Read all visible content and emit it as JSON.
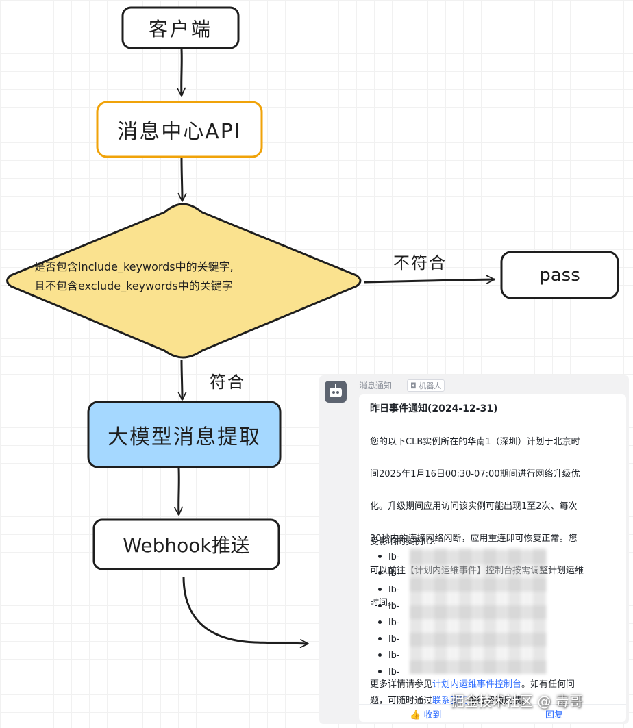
{
  "nodes": {
    "client": "客户端",
    "api": "消息中心API",
    "decision": {
      "line1": "是否包含include_keywords中的关键字,",
      "line2": "且不包含exclude_keywords中的关键字"
    },
    "pass": "pass",
    "llm": "大模型消息提取",
    "webhook": "Webhook推送"
  },
  "edges": {
    "not_match": "不符合",
    "match": "符合"
  },
  "colors": {
    "api_border": "#f0a30a",
    "diamond_fill": "#fae28f",
    "llm_fill": "#a5d8ff",
    "stroke": "#1e1e1e"
  },
  "message": {
    "sender": "消息通知",
    "badge": "机器人",
    "title": "昨日事件通知(2024-12-31)",
    "body_lines": [
      "您的以下CLB实例所在的华南1（深圳）计划于北京时",
      "间2025年1月16日00:30-07:00期间进行网络升级优",
      "化。升级期间应用访问该实例可能出现1至2次、每次",
      "30秒内的连接网络闪断，应用重连即可恢复正常。您",
      "可以前往【计划内运维事件】控制台按需调整计划运维",
      "时间。"
    ],
    "affected_label": "受影响的实例ID:",
    "instances": [
      "lb-",
      "lb-",
      "lb-",
      "lb-",
      "lb-",
      "lb-",
      "lb-",
      "lb-"
    ],
    "footer_part1": "更多详情请参见",
    "footer_link1": "计划内运维事件控制台",
    "footer_part2": "。如有任何问",
    "footer_part3": "题，可随时通过",
    "footer_link2": "联系我们",
    "footer_part4": "进行咨询反馈。",
    "action_received": "收到",
    "action_reply": "回复"
  },
  "watermark": "掘金技术社区 @ 毒哥"
}
